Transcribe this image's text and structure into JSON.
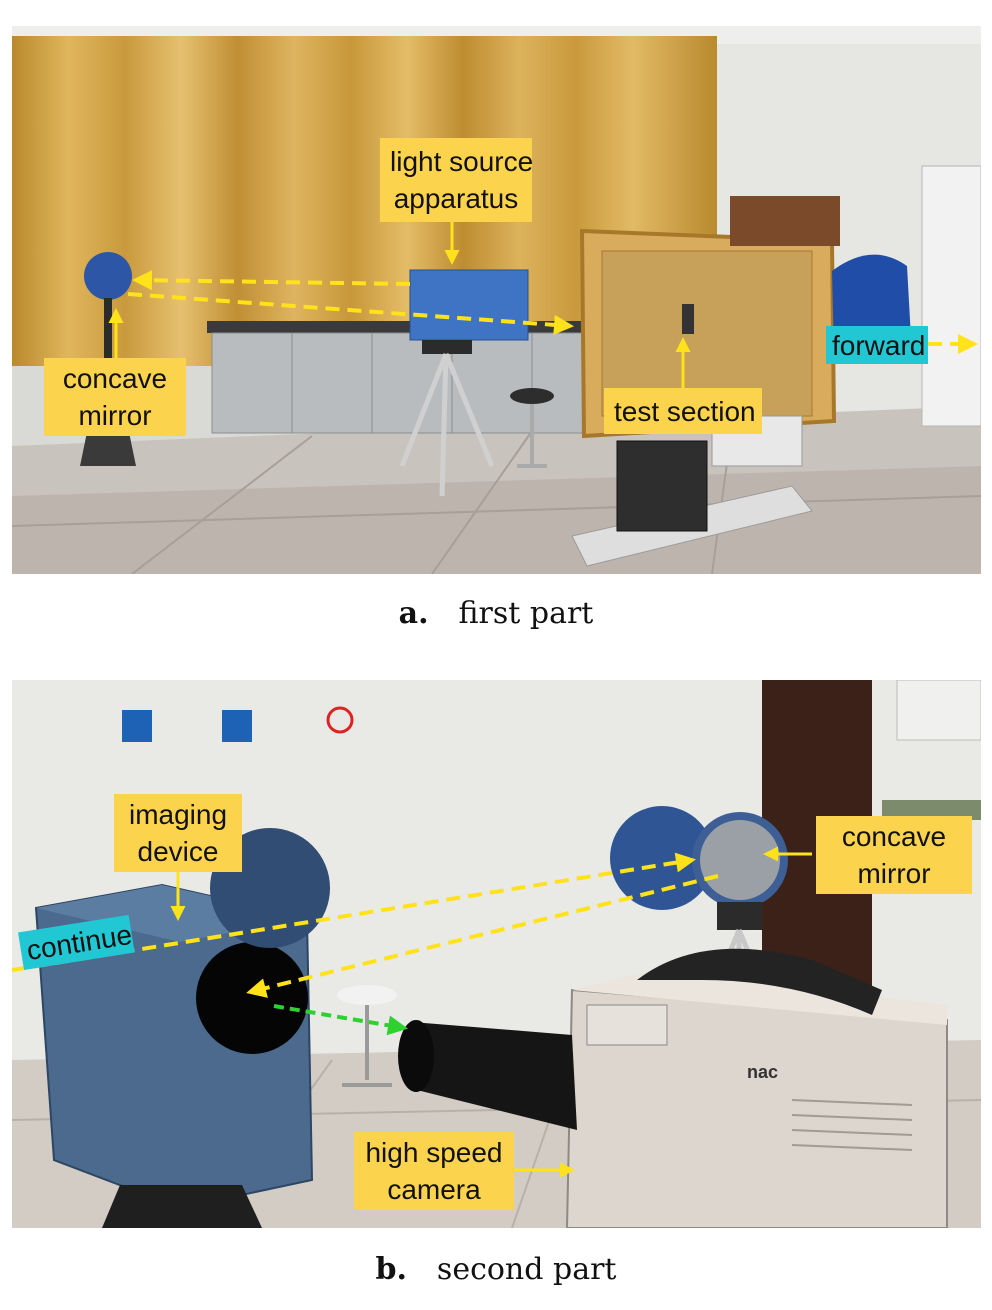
{
  "panel_a": {
    "labels": {
      "light_source": [
        "light source",
        "apparatus"
      ],
      "concave_mirror": [
        "concave",
        "mirror"
      ],
      "test_section": "test section",
      "forward": "forward"
    },
    "caption_letter": "a.",
    "caption_text": "first part"
  },
  "panel_b": {
    "labels": {
      "imaging_device": [
        "imaging",
        "device"
      ],
      "concave_mirror": [
        "concave",
        "mirror"
      ],
      "high_speed_camera": [
        "high speed",
        "camera"
      ],
      "continue": "continue",
      "camera_brand": "nac"
    },
    "caption_letter": "b.",
    "caption_text": "second part"
  },
  "colors": {
    "label_yellow": "#fcd34d",
    "label_cyan": "#21c7d3",
    "arrow_yellow": "#ffe21a",
    "arrow_green": "#2fd12f"
  }
}
